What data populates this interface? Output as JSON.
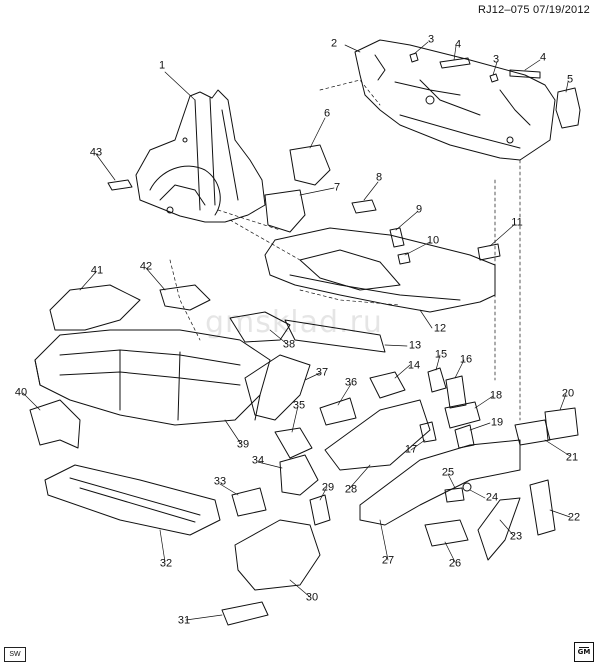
{
  "diagram": {
    "reference": "RJ12–075  07/19/2012",
    "watermark": "gmsklad.ru",
    "badge": "SW",
    "logo_text": "GM",
    "callouts": [
      "1",
      "2",
      "3",
      "3",
      "4",
      "4",
      "5",
      "6",
      "7",
      "8",
      "9",
      "10",
      "11",
      "12",
      "13",
      "14",
      "15",
      "16",
      "17",
      "18",
      "19",
      "20",
      "21",
      "22",
      "23",
      "24",
      "25",
      "26",
      "27",
      "28",
      "29",
      "30",
      "31",
      "32",
      "33",
      "34",
      "35",
      "36",
      "37",
      "38",
      "39",
      "40",
      "41",
      "42",
      "43"
    ]
  },
  "colors": {
    "line": "#111111",
    "background": "#ffffff",
    "watermark": "#d0d0d0"
  }
}
